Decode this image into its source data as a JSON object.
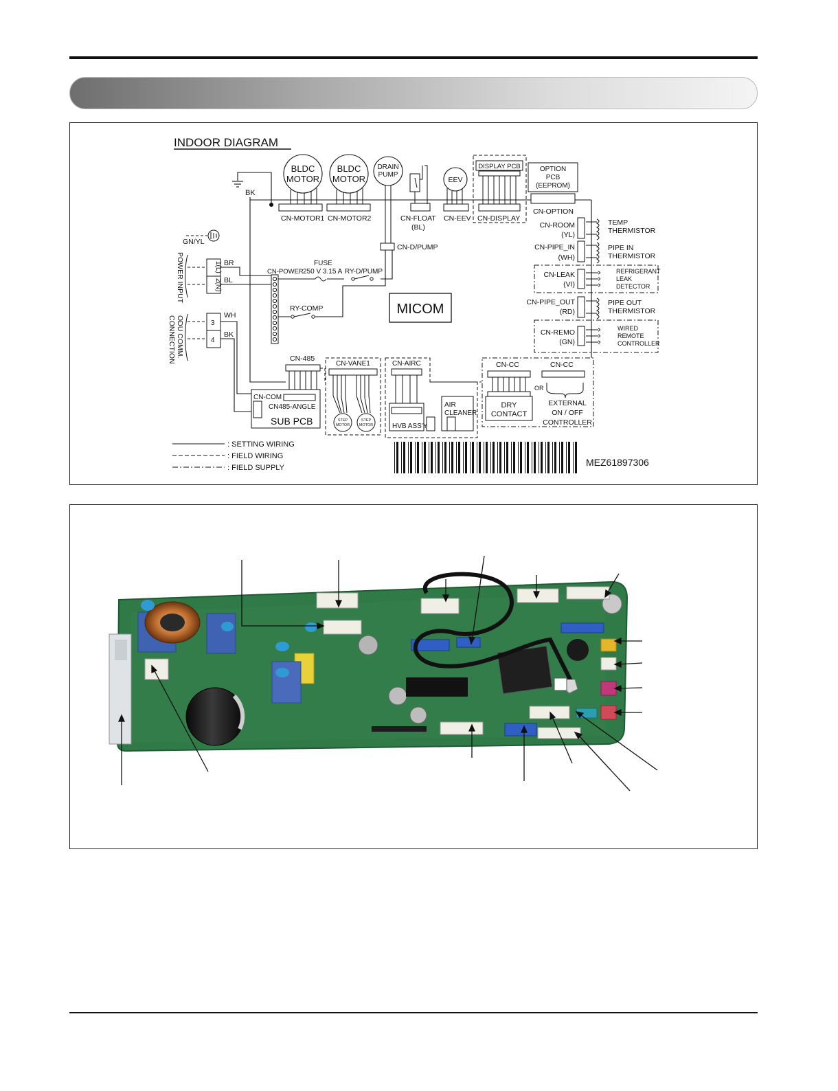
{
  "diagram": {
    "title": "INDOOR DIAGRAM",
    "ground_bk": "BK",
    "motor1": [
      "BLDC",
      "MOTOR"
    ],
    "motor2": [
      "BLDC",
      "MOTOR"
    ],
    "drain_pump": [
      "DRAIN",
      "PUMP"
    ],
    "eev": "EEV",
    "display_pcb": "DISPLAY PCB",
    "option_pcb": [
      "OPTION",
      "PCB",
      "(EEPROM)"
    ],
    "cn_option": "CN-OPTION",
    "cn_motor1": "CN-MOTOR1",
    "cn_motor2": "CN-MOTOR2",
    "cn_float": [
      "CN-FLOAT",
      "(BL)"
    ],
    "cn_eev": "CN-EEV",
    "cn_display": "CN-DISPLAY",
    "gn_yl": "GN/YL",
    "power_input": "POWER INPUT",
    "odu_comm": [
      "ODU COMM.",
      "CONNECTION"
    ],
    "term_1": "1(L)",
    "term_2": "2(N)",
    "term_3": "3",
    "term_4": "4",
    "wire_br": "BR",
    "wire_bl": "BL",
    "wire_wh": "WH",
    "wire_bk": "BK",
    "fuse": [
      "FUSE",
      "250 V 3.15 A"
    ],
    "cn_power": "CN-POWER",
    "ry_dpump": "RY-D/PUMP",
    "cn_dpump": "CN-D/PUMP",
    "ry_comp": "RY-COMP",
    "micom": "MICOM",
    "cn_room": [
      "CN-ROOM",
      "(YL)"
    ],
    "temp_thermistor": [
      "TEMP",
      "THERMISTOR"
    ],
    "cn_pipe_in": [
      "CN-PIPE_IN",
      "(WH)"
    ],
    "pipe_in_thermistor": [
      "PIPE IN",
      "THERMISTOR"
    ],
    "cn_leak": [
      "CN-LEAK",
      "(VI)"
    ],
    "leak_detector": [
      "REFRIGERANT",
      "LEAK",
      "DETECTOR"
    ],
    "cn_pipe_out": [
      "CN-PIPE_OUT",
      "(RD)"
    ],
    "pipe_out_thermistor": [
      "PIPE OUT",
      "THERMISTOR"
    ],
    "cn_remo": [
      "CN-REMO",
      "(GN)"
    ],
    "wired_remote": [
      "WIRED",
      "REMOTE",
      "CONTROLLER"
    ],
    "cn_485": "CN-485",
    "cn_com": "CN-COM",
    "cn485_angle": "CN485-ANGLE",
    "sub_pcb": "SUB PCB",
    "cn_vane1": "CN-VANE1",
    "step_motor": [
      "STEP",
      "MOTOR"
    ],
    "cn_airc": "CN-AIRC",
    "air_cleaner": [
      "AIR",
      "CLEANER"
    ],
    "hvb_assy": "HVB ASS'Y",
    "cn_cc_1": "CN-CC",
    "cn_cc_2": "CN-CC",
    "dry_contact": [
      "DRY",
      "CONTACT"
    ],
    "or": "OR",
    "external": [
      "EXTERNAL",
      "ON / OFF",
      "CONTROLLER"
    ],
    "legend": {
      "setting": ": SETTING WIRING",
      "field": ": FIELD WIRING",
      "supply": ": FIELD SUPPLY"
    },
    "part_number": "MEZ61897306"
  },
  "colors": {
    "pcb_green": "#2f7a46",
    "pcb_dark": "#1e5a33",
    "connector_white": "#efefe6",
    "connector_blue": "#2f5fc4",
    "connector_yellow": "#e5b52a",
    "connector_magenta": "#c2367a",
    "connector_red": "#d24a5a",
    "transformer_yellow": "#e8d23a"
  }
}
